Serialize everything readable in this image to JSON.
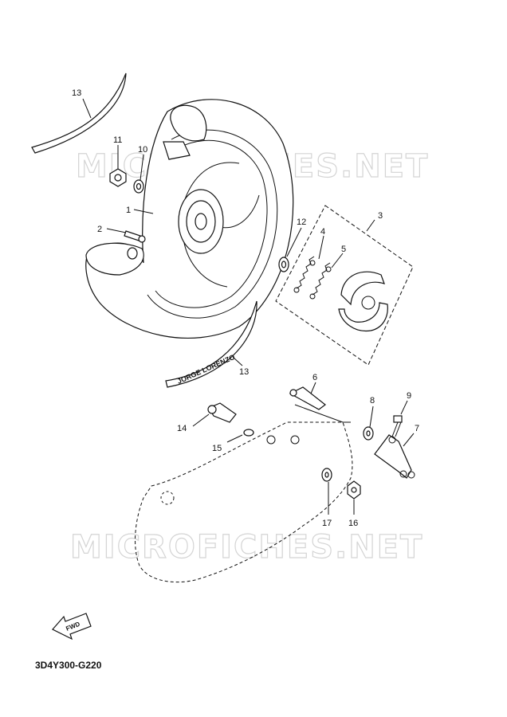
{
  "watermarks": [
    "MICROFICHES.NET",
    "MICROFICHES.NET"
  ],
  "callouts": {
    "p1": "1",
    "p2": "2",
    "p3": "3",
    "p4": "4",
    "p5": "5",
    "p6": "6",
    "p7": "7",
    "p8": "8",
    "p9": "9",
    "p10": "10",
    "p11": "11",
    "p12": "12",
    "p13a": "13",
    "p13b": "13",
    "p14": "14",
    "p15": "15",
    "p16": "16",
    "p17": "17"
  },
  "decal_text": "JORGE LORENZO",
  "fwd_label": "FWD",
  "diagram_code": "3D4Y300-G220"
}
